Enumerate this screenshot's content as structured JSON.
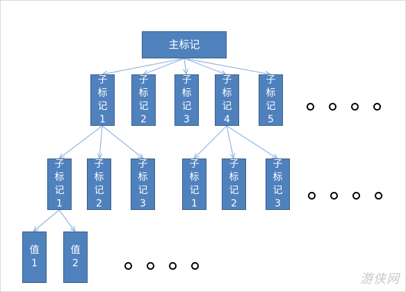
{
  "root": {
    "label": "主标记"
  },
  "level1": [
    {
      "chars": [
        "子",
        "标",
        "记",
        "1"
      ]
    },
    {
      "chars": [
        "子",
        "标",
        "记",
        "2"
      ]
    },
    {
      "chars": [
        "子",
        "标",
        "记",
        "3"
      ]
    },
    {
      "chars": [
        "子",
        "标",
        "记",
        "4"
      ]
    },
    {
      "chars": [
        "子",
        "标",
        "记",
        "5"
      ]
    }
  ],
  "level2_group1": [
    {
      "chars": [
        "子",
        "标",
        "记",
        "1"
      ]
    },
    {
      "chars": [
        "子",
        "标",
        "记",
        "2"
      ]
    },
    {
      "chars": [
        "子",
        "标",
        "记",
        "3"
      ]
    }
  ],
  "level2_group4": [
    {
      "chars": [
        "子",
        "标",
        "记",
        "1"
      ]
    },
    {
      "chars": [
        "子",
        "标",
        "记",
        "2"
      ]
    },
    {
      "chars": [
        "子",
        "标",
        "记",
        "3"
      ]
    }
  ],
  "level3": [
    {
      "chars": [
        "值",
        "1"
      ]
    },
    {
      "chars": [
        "值",
        "2"
      ]
    }
  ],
  "watermark": "游侠网",
  "colors": {
    "node_fill": "#4f81bd",
    "node_border": "#385d8a",
    "edge": "#8eb4e3"
  }
}
